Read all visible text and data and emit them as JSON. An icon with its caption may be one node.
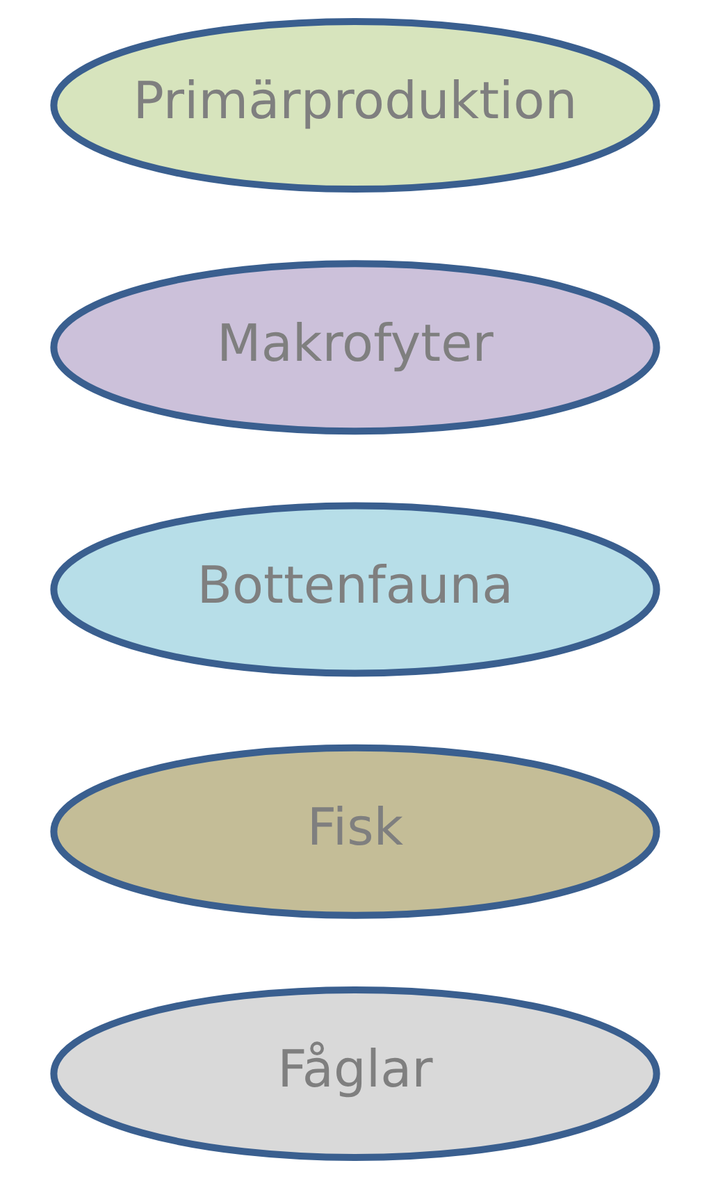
{
  "diagram": {
    "nodes": [
      {
        "text": [
          "Primärproduktion"
        ]
      },
      {
        "text": [
          "Makrofyter"
        ]
      },
      {
        "text": [
          "Bottenfauna"
        ]
      },
      {
        "text": [
          "Fisk"
        ]
      },
      {
        "text": [
          "Fåglar"
        ]
      }
    ]
  }
}
